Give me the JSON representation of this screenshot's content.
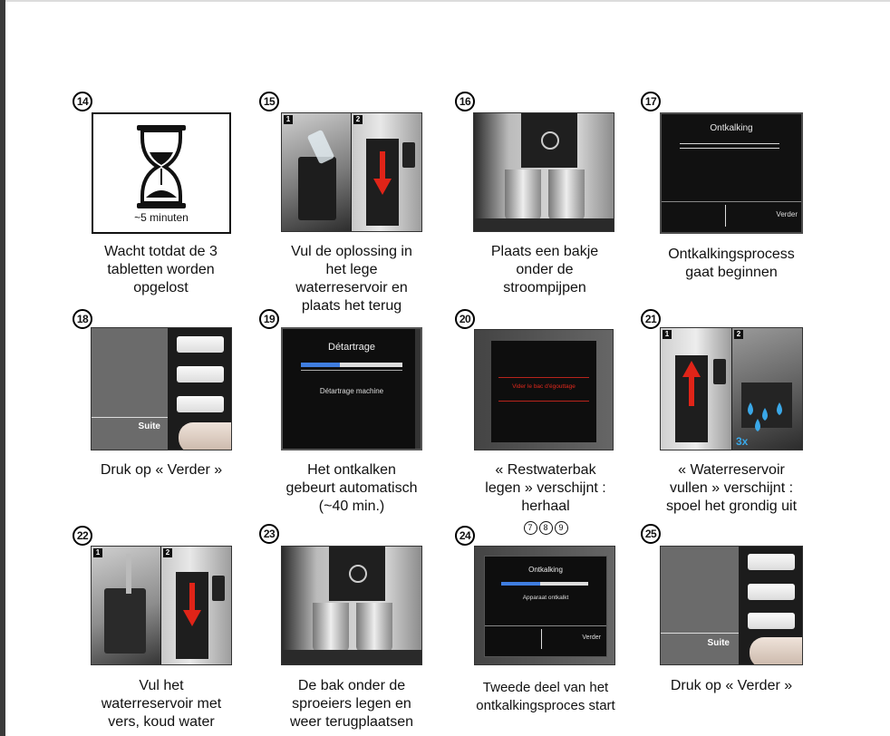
{
  "steps": [
    {
      "num": "14",
      "caption": [
        "Wacht totdat de 3",
        "tabletten worden",
        "opgelost"
      ],
      "timer_label": "~5 minuten"
    },
    {
      "num": "15",
      "caption": [
        "Vul de oplossing in",
        "het lege",
        "waterreservoir en",
        "plaats het terug"
      ],
      "tags": [
        "1",
        "2"
      ]
    },
    {
      "num": "16",
      "caption": [
        "Plaats een bakje",
        "onder de",
        "stroompijpen"
      ]
    },
    {
      "num": "17",
      "caption": [
        "Ontkalkingsprocess",
        "gaat beginnen"
      ],
      "screen_title": "Ontkalking",
      "screen_button": "Verder"
    },
    {
      "num": "18",
      "caption": [
        "Druk op « Verder »"
      ],
      "screen_button": "Suite"
    },
    {
      "num": "19",
      "caption": [
        "Het ontkalken",
        "gebeurt automatisch",
        "(~40 min.)"
      ],
      "screen_title": "Détartrage",
      "screen_status": "Détartrage machine",
      "progress": 0.38
    },
    {
      "num": "20",
      "caption": [
        "« Restwaterbak",
        "legen » verschijnt :",
        "herhaal"
      ],
      "screen_message": "Vider le bac d'égouttage",
      "repeat_steps": [
        "7",
        "8",
        "9"
      ]
    },
    {
      "num": "21",
      "caption": [
        "« Waterreservoir",
        "vullen » verschijnt :",
        "spoel het grondig uit"
      ],
      "tags": [
        "1",
        "2"
      ],
      "rinse_label": "3x"
    },
    {
      "num": "22",
      "caption": [
        "Vul het",
        "waterreservoir met",
        "vers, koud water"
      ],
      "tags": [
        "1",
        "2"
      ]
    },
    {
      "num": "23",
      "caption": [
        "De bak onder de",
        "sproeiers legen en",
        "weer terugplaatsen"
      ]
    },
    {
      "num": "24",
      "caption": [
        "Tweede deel van het",
        "ontkalkingsproces start"
      ],
      "screen_title": "Ontkalking",
      "screen_status": "Apparaat ontkalkt",
      "screen_button": "Verder",
      "progress": 0.45
    },
    {
      "num": "25",
      "caption": [
        "Druk op « Verder »"
      ],
      "screen_button": "Suite"
    }
  ],
  "colors": {
    "accent_blue": "#3f7de0",
    "arrow_red": "#e02418",
    "water_blue": "#3aa8e8",
    "message_red": "#e0281c"
  }
}
